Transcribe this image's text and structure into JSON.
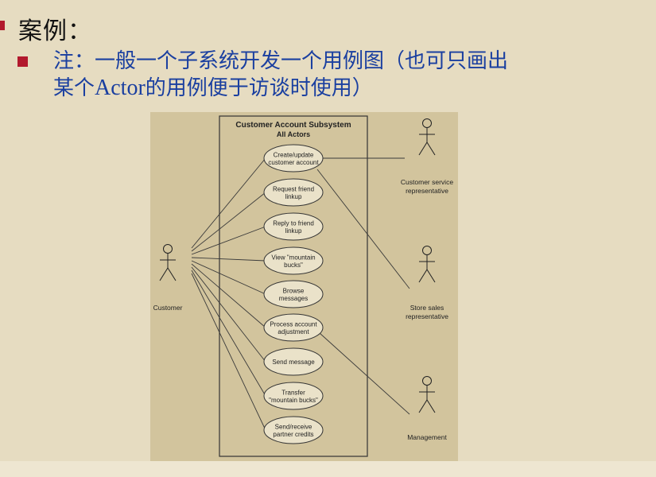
{
  "heading": "案例：",
  "note": {
    "line1": "注：一般一个子系统开发一个用例图（也可只画出",
    "line2_prefix": "某个",
    "line2_latin": "Actor",
    "line2_suffix": "的用例便于访谈时使用）"
  },
  "colors": {
    "bullet": "#b2192d",
    "note_text": "#1a3fa0",
    "background": "#e6dcc1",
    "diagram_bg": "#d2c49d",
    "usecase_fill": "#eae2c9"
  },
  "diagram": {
    "subsystem_title": "Customer Account Subsystem",
    "subsystem_subtitle": "All Actors",
    "use_cases": [
      [
        "Create/update",
        "customer account"
      ],
      [
        "Request friend",
        "linkup"
      ],
      [
        "Reply to friend",
        "linkup"
      ],
      [
        "View \"mountain",
        "bucks\""
      ],
      [
        "Browse",
        "messages"
      ],
      [
        "Process account",
        "adjustment"
      ],
      [
        "Send message"
      ],
      [
        "Transfer",
        "\"mountain bucks\""
      ],
      [
        "Send/receive",
        "partner credits"
      ]
    ],
    "actors": [
      {
        "id": "customer",
        "label": [
          "Customer"
        ]
      },
      {
        "id": "csr",
        "label": [
          "Customer service",
          "representative"
        ]
      },
      {
        "id": "ssr",
        "label": [
          "Store sales",
          "representative"
        ]
      },
      {
        "id": "mgmt",
        "label": [
          "Management"
        ]
      }
    ]
  }
}
